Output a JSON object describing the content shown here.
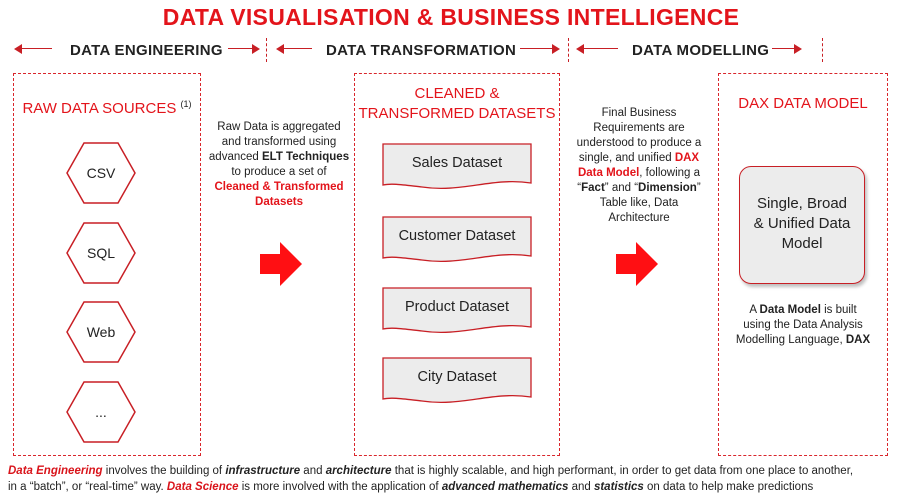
{
  "title": "DATA VISUALISATION & BUSINESS INTELLIGENCE",
  "phases": {
    "engineering": "DATA ENGINEERING",
    "transformation": "DATA TRANSFORMATION",
    "modelling": "DATA MODELLING"
  },
  "raw_sources": {
    "title": "RAW DATA SOURCES",
    "superscript": "(1)",
    "items": [
      "CSV",
      "SQL",
      "Web",
      "..."
    ]
  },
  "transform_desc": {
    "line1": "Raw Data is aggregated",
    "line2": "and transformed using",
    "line3_pre": "advanced ",
    "line3_bold": "ELT Techniques",
    "line4": "to produce a set of",
    "line5": "Cleaned & Transformed",
    "line6": "Datasets"
  },
  "datasets": {
    "title_line1": "CLEANED &",
    "title_line2": "TRANSFORMED DATASETS",
    "items": [
      "Sales Dataset",
      "Customer Dataset",
      "Product Dataset",
      "City Dataset"
    ]
  },
  "model_desc": {
    "line1": "Final Business",
    "line2": "Requirements are",
    "line3": "understood to produce a",
    "line4_pre": "single, and unified ",
    "line4_red": "DAX",
    "line5_red": "Data Model",
    "line5_post": ", following a",
    "line6_q1": "“",
    "line6_fact": "Fact",
    "line6_mid": "” and “",
    "line6_dim": "Dimension",
    "line6_q2": "”",
    "line7": "Table like, Data",
    "line8": "Architecture"
  },
  "dax_model": {
    "title": "DAX DATA MODEL",
    "box_line1": "Single, Broad",
    "box_line2": "& Unified Data",
    "box_line3": "Model",
    "note_pre": "A ",
    "note_bold": "Data Model",
    "note_post": " is built",
    "note_line2": "using the Data Analysis",
    "note_line3_pre": "Modelling Language, ",
    "note_line3_bold": "DAX"
  },
  "footer": {
    "p1": "Data Engineering",
    "p2": " involves the building of ",
    "p3": "infrastructure",
    "p4": " and ",
    "p5": "architecture",
    "p6": " that is highly scalable, and high performant, in order to get data from one place to another,",
    "p7": "in a “batch”, or “real-time” way. ",
    "p8": "Data Science",
    "p9": " is more involved with the application of ",
    "p10": "advanced mathematics",
    "p11": " and ",
    "p12": "statistics",
    "p13": " on data to help make predictions"
  },
  "colors": {
    "accent": "#e3141b",
    "panel_border": "#d9262c",
    "box_fill": "#ececec"
  }
}
